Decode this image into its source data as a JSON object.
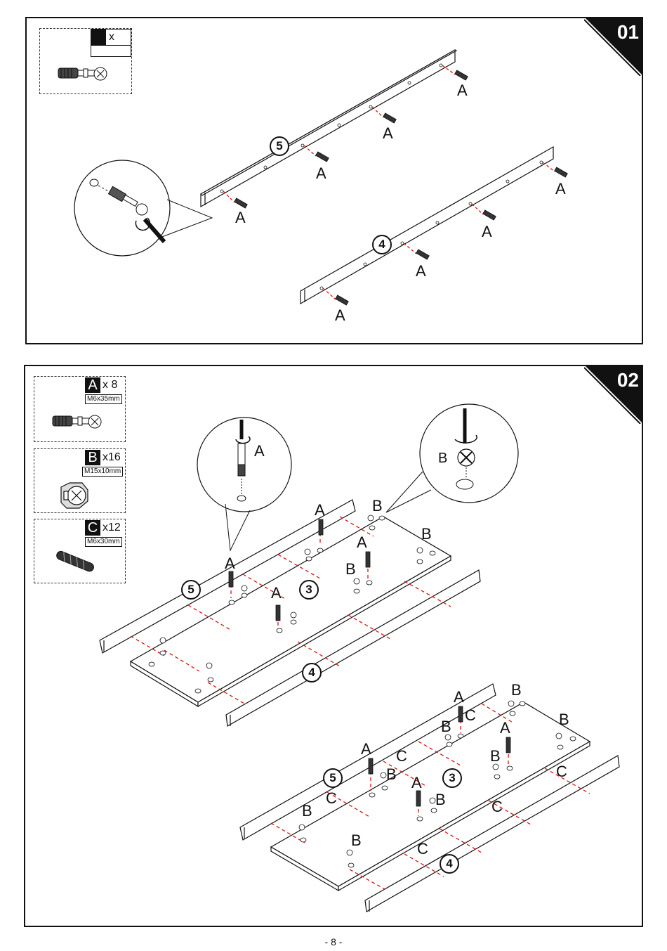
{
  "step1": {
    "number": "01",
    "hardware_qty_label": "x",
    "part_labels": [
      "5",
      "4"
    ],
    "cam_label": "A"
  },
  "step2": {
    "number": "02",
    "hardware": [
      {
        "letter": "A",
        "qty": "x 8",
        "spec": "M6x35mm"
      },
      {
        "letter": "B",
        "qty": "x16",
        "spec": "M15x10mm"
      },
      {
        "letter": "C",
        "qty": "x12",
        "spec": "M6x30mm"
      }
    ],
    "callout_a": "A",
    "callout_b": "B",
    "part_labels": [
      "5",
      "3",
      "4"
    ],
    "letters": {
      "a": "A",
      "b": "B",
      "c": "C"
    }
  },
  "footer": {
    "page_number": "- 8 -"
  },
  "icons": [
    "cam-bolt-icon",
    "cam-lock-icon",
    "dowel-icon",
    "screwdriver-icon"
  ]
}
